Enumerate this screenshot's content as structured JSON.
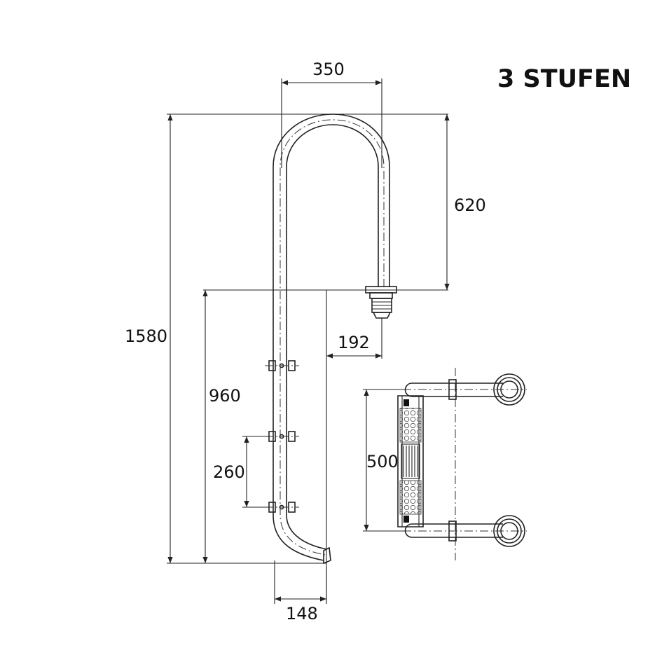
{
  "title": "3 STUFEN",
  "dimensions": {
    "width_top": "350",
    "height_top": "620",
    "height_total": "1580",
    "offset": "192",
    "height_lower": "960",
    "bolt_spacing": "260",
    "bottom_width": "148",
    "step_width": "500"
  },
  "colors": {
    "line": "#222222",
    "background": "#ffffff"
  }
}
